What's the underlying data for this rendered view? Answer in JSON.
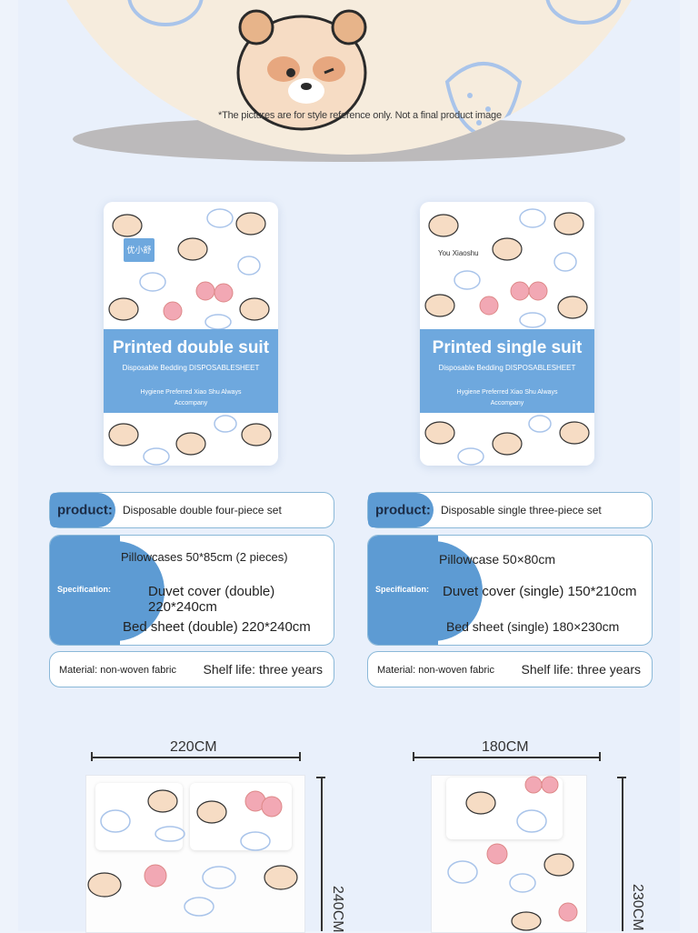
{
  "disclaimer": "*The pictures are for style reference only. Not a final product image",
  "bags": {
    "double": {
      "brand": "优小舒",
      "title": "Printed double suit",
      "subtitle": "Disposable Bedding DISPOSABLESHEET",
      "tagline1": "Hygiene Preferred Xiao Shu Always",
      "tagline2": "Accompany"
    },
    "single": {
      "brand": "You Xiaoshu",
      "title": "Printed single suit",
      "subtitle": "Disposable Bedding DISPOSABLESHEET",
      "tagline1": "Hygiene Preferred Xiao Shu Always",
      "tagline2": "Accompany"
    }
  },
  "specs": {
    "double": {
      "product_label": "product:",
      "product_value": "Disposable double four-piece set",
      "spec_label": "Specification:",
      "lines": [
        "Pillowcases 50*85cm (2 pieces)",
        "Duvet cover (double) 220*240cm",
        "Bed sheet (double) 220*240cm"
      ],
      "material": "Material: non-woven fabric",
      "shelf_life": "Shelf life: three years"
    },
    "single": {
      "product_label": "product:",
      "product_value": "Disposable single three-piece set",
      "spec_label": "Specification:",
      "lines": [
        "Pillowcase 50×80cm",
        "Duvet cover (single) 150*210cm",
        "Bed sheet (single) 180×230cm"
      ],
      "material": "Material: non-woven fabric",
      "shelf_life": "Shelf life: three years"
    }
  },
  "dimensions": {
    "double": {
      "width": "220CM",
      "height": "240CM"
    },
    "single": {
      "width": "180CM",
      "height": "230CM"
    }
  },
  "colors": {
    "accent": "#5d9bd3",
    "band": "#6ea8de",
    "background": "#e9f0fb",
    "bear": "#f0c9a0",
    "strawberry": "#f2a8b4",
    "line_art": "#a9c4ea"
  }
}
